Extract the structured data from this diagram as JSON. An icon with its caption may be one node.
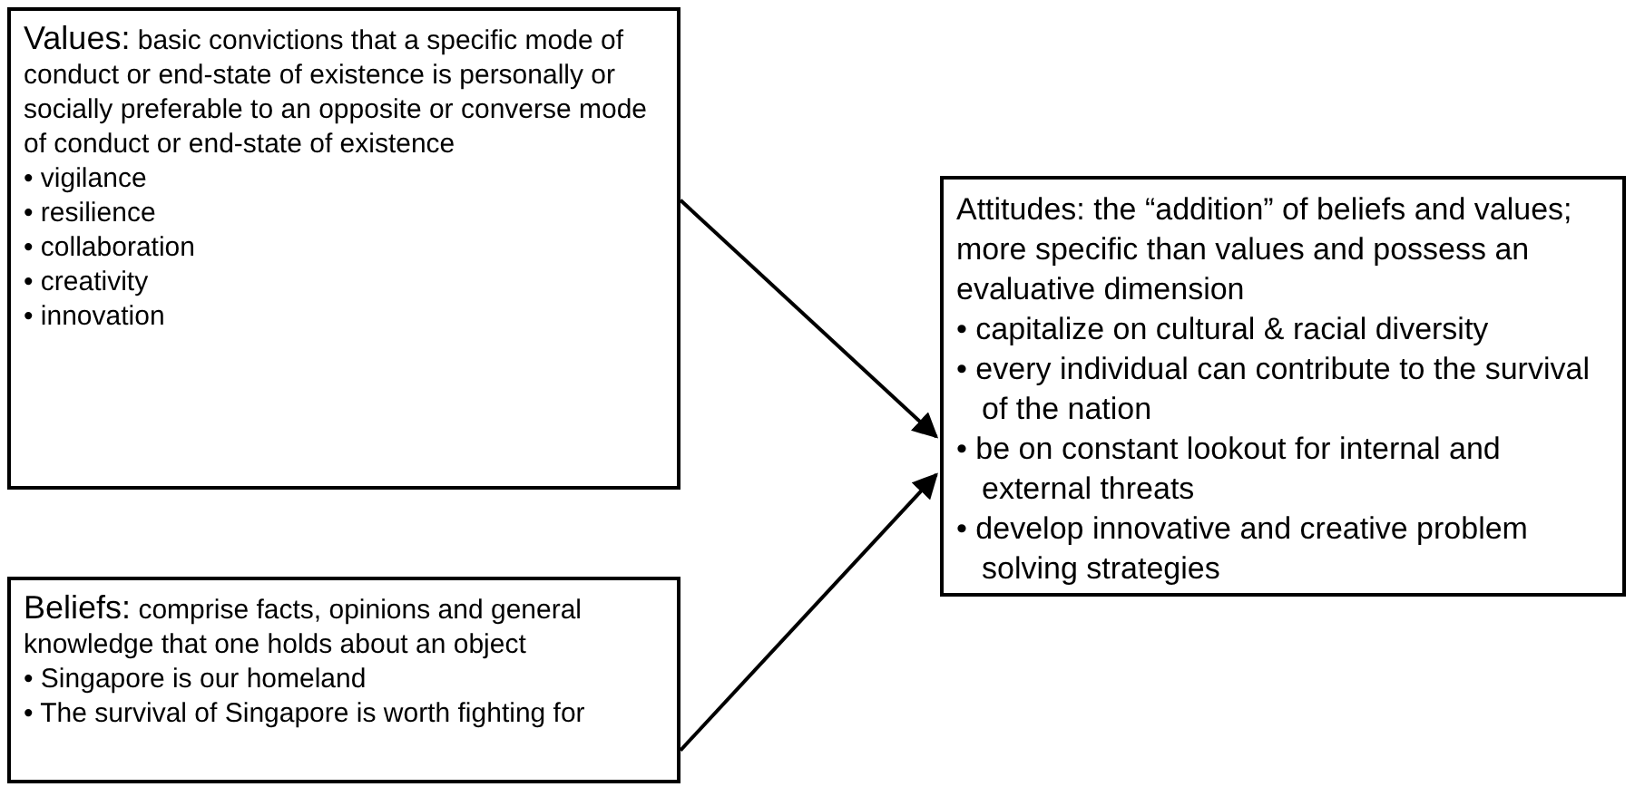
{
  "diagram": {
    "nodes": [
      {
        "text": [
          "Values:",
          "basic convictions that a specific mode of conduct or end-state of existence is personally or socially preferable to an opposite or converse mode of conduct or end-state of existence",
          "• vigilance",
          "• resilience",
          "• collaboration",
          "• creativity",
          "• innovation"
        ]
      },
      {
        "text": [
          "Beliefs:",
          "comprise facts, opinions and general knowledge that one holds about an object",
          "• Singapore is our homeland",
          "• The survival of Singapore is worth fighting for"
        ]
      },
      {
        "text": [
          "Attitudes:",
          "the “addition” of beliefs and values; more specific than values and possess an evaluative dimension",
          "• capitalize on cultural & racial diversity",
          "• every individual can contribute to the survival of the nation",
          "• be on constant lookout for internal and external threats",
          "• develop innovative and creative problem solving strategies"
        ]
      }
    ],
    "edges": [
      {
        "from": 0,
        "to": 2,
        "arrow": "to"
      },
      {
        "from": 1,
        "to": 2,
        "arrow": "to"
      }
    ]
  }
}
